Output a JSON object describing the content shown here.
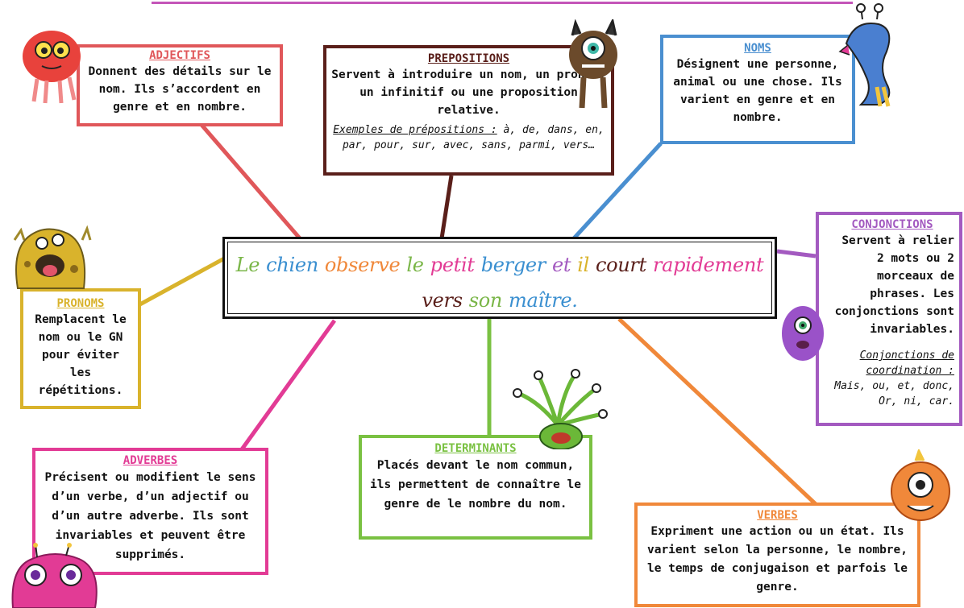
{
  "sentence": [
    {
      "text": "Le",
      "color": "#7ab648"
    },
    {
      "text": "chien",
      "color": "#3a8fd0"
    },
    {
      "text": "observe",
      "color": "#f0883a"
    },
    {
      "text": "le",
      "color": "#7ab648"
    },
    {
      "text": "petit",
      "color": "#e23b95"
    },
    {
      "text": "berger",
      "color": "#3a8fd0"
    },
    {
      "text": "et",
      "color": "#a35ac0"
    },
    {
      "text": "il",
      "color": "#d9b32c"
    },
    {
      "text": "court",
      "color": "#5a1f1a"
    },
    {
      "text": "rapidement",
      "color": "#e23b95"
    },
    {
      "text": "vers",
      "color": "#5a1f1a"
    },
    {
      "text": "son",
      "color": "#7ab648"
    },
    {
      "text": "maître.",
      "color": "#3a8fd0"
    }
  ],
  "boxes": {
    "adjectifs": {
      "title": "ADJECTIFS",
      "body": "Donnent des détails sur le nom. Ils s’accordent en genre et en nombre.",
      "color": "#e0575a"
    },
    "prepositions": {
      "title": "PREPOSITIONS",
      "body": "Servent à introduire un nom, un pronom, un infinitif ou une proposition relative.",
      "example_label": "Exemples de prépositions :",
      "example_text": "à, de, dans, en, par, pour, sur, avec, sans, parmi, vers…",
      "color": "#5a1f1a"
    },
    "noms": {
      "title": "NOMS",
      "body": "Désignent une personne, animal ou une chose. Ils varient en genre et en nombre.",
      "color": "#4a8fd0"
    },
    "conjonctions": {
      "title": "CONJONCTIONS",
      "body": "Servent à relier 2 mots ou 2 morceaux de phrases. Les conjonctions sont invariables.",
      "example_label": "Conjonctions de coordination :",
      "example_text": "Mais, ou, et, donc, Or, ni, car.",
      "color": "#a35ac0"
    },
    "pronoms": {
      "title": "PRONOMS",
      "body": "Remplacent le nom ou le GN pour éviter les répétitions.",
      "color": "#d9b32c"
    },
    "adverbes": {
      "title": "ADVERBES",
      "body": "Précisent ou modifient le sens d’un verbe, d’un adjectif ou d’un autre adverbe. Ils sont invariables et peuvent être supprimés.",
      "color": "#e23b95"
    },
    "determinants": {
      "title": "DETERMINANTS",
      "body": "Placés devant le nom commun, ils permettent de connaître le genre de le nombre du nom.",
      "color": "#7ac142"
    },
    "verbes": {
      "title": "VERBES",
      "body": "Expriment une action ou un état. Ils varient selon la personne, le nombre, le temps de conjugaison et parfois le genre.",
      "color": "#f0883a"
    }
  },
  "monster_icons": [
    "red-fuzzy-monster-icon",
    "green-eye-brown-monster-icon",
    "blue-snake-monster-icon",
    "yellow-spotted-monster-icon",
    "purple-fuzzy-monster-icon",
    "green-tentacle-monster-icon",
    "orange-one-eye-monster-icon",
    "pink-monster-icon"
  ]
}
